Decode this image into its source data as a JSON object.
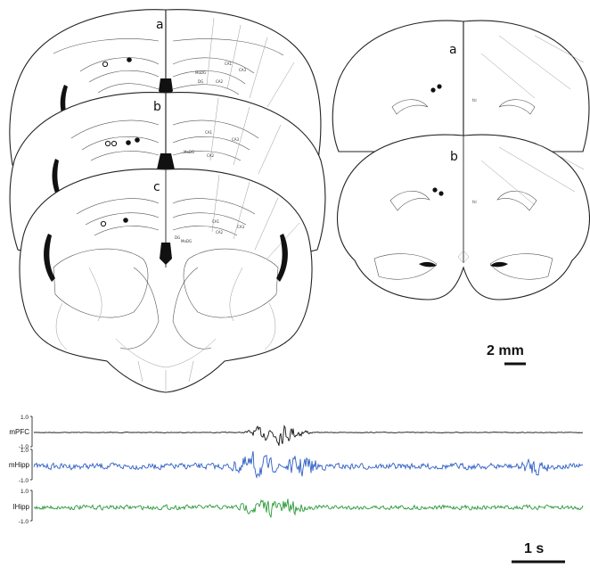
{
  "coronal_sections": [
    {
      "label": "a"
    },
    {
      "label": "b"
    },
    {
      "label": "c"
    }
  ],
  "horizontal_sections": [
    {
      "label": "a",
      "region_label": "fsl"
    },
    {
      "label": "b",
      "region_label": "fsl"
    }
  ],
  "region_labels": [
    "CA1",
    "CA2",
    "CA3",
    "DG",
    "MoDG",
    "fsl"
  ],
  "scale_bar_space": {
    "label": "2 mm"
  },
  "scale_bar_time": {
    "label": "1 s"
  },
  "traces": [
    {
      "name": "mPFC",
      "color": "#111111",
      "y_max": "1.0",
      "y_min": "-1.0"
    },
    {
      "name": "mHipp",
      "color": "#2f5fc4",
      "y_max": "1.0",
      "y_min": "-1.0"
    },
    {
      "name": "lHipp",
      "color": "#2a9a3a",
      "y_max": "1.0",
      "y_min": "-1.0"
    }
  ]
}
